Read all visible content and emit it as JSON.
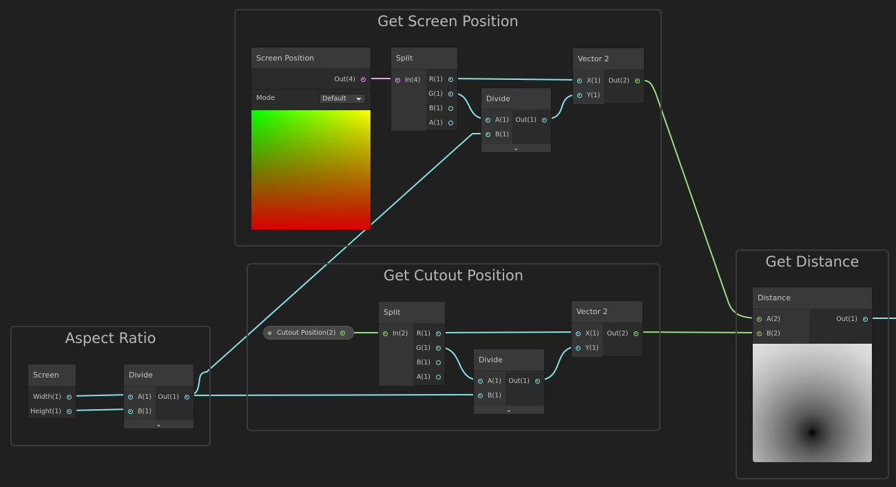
{
  "groups": {
    "screen_position": "Get Screen Position",
    "cutout_position": "Get Cutout Position",
    "aspect_ratio": "Aspect Ratio",
    "distance": "Get Distance"
  },
  "screen_position_node": {
    "title": "Screen Position",
    "out": "Out(4)",
    "mode_label": "Mode",
    "mode_value": "Default"
  },
  "split_top": {
    "title": "Split",
    "in": "In(4)",
    "r": "R(1)",
    "g": "G(1)",
    "b": "B(1)",
    "a": "A(1)"
  },
  "divide_top": {
    "title": "Divide",
    "a": "A(1)",
    "b": "B(1)",
    "out": "Out(1)",
    "expand": "⌄"
  },
  "vector2_top": {
    "title": "Vector 2",
    "x": "X(1)",
    "y": "Y(1)",
    "out": "Out(2)"
  },
  "cutout_property": {
    "label": "Cutout Position(2)"
  },
  "split_bottom": {
    "title": "Split",
    "in": "In(2)",
    "r": "R(1)",
    "g": "G(1)",
    "b": "B(1)",
    "a": "A(1)"
  },
  "divide_bottom": {
    "title": "Divide",
    "a": "A(1)",
    "b": "B(1)",
    "out": "Out(1)",
    "expand": "⌄"
  },
  "vector2_bottom": {
    "title": "Vector 2",
    "x": "X(1)",
    "y": "Y(1)",
    "out": "Out(2)"
  },
  "screen_node": {
    "title": "Screen",
    "width": "Width(1)",
    "height": "Height(1)"
  },
  "divide_aspect": {
    "title": "Divide",
    "a": "A(1)",
    "b": "B(1)",
    "out": "Out(1)",
    "expand": "⌄"
  },
  "distance_node": {
    "title": "Distance",
    "a": "A(2)",
    "b": "B(2)",
    "out": "Out(1)"
  },
  "colors": {
    "background": "#202020",
    "wire_float": "#84e4e7",
    "wire_vector2": "#9ae07a",
    "wire_vector4": "#e7a6e9"
  }
}
